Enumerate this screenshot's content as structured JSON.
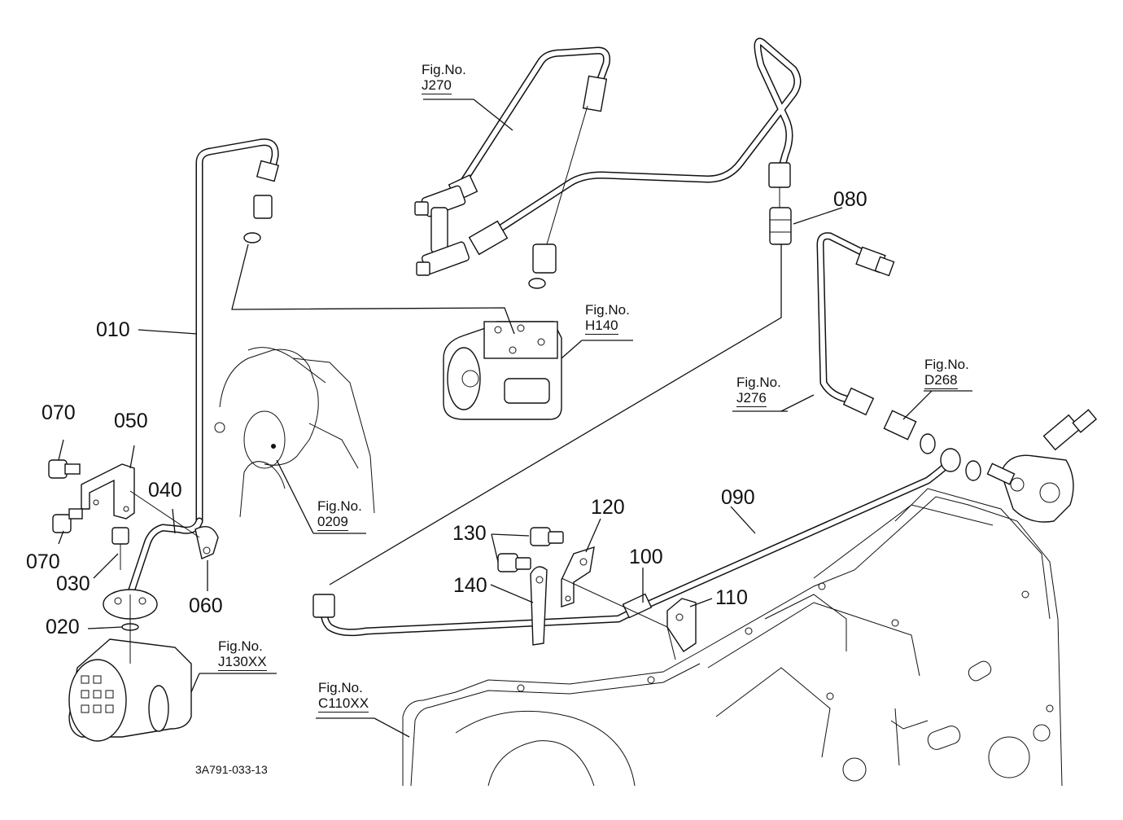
{
  "diagram": {
    "code": "3A791-033-13",
    "parts": {
      "p010": "010",
      "p020": "020",
      "p030": "030",
      "p040": "040",
      "p050": "050",
      "p060": "060",
      "p070a": "070",
      "p070b": "070",
      "p080": "080",
      "p090": "090",
      "p100": "100",
      "p110": "110",
      "p120": "120",
      "p130": "130",
      "p140": "140"
    },
    "refs": {
      "j270": {
        "prefix": "Fig.No.",
        "number": "J270"
      },
      "h140": {
        "prefix": "Fig.No.",
        "number": "H140"
      },
      "j276": {
        "prefix": "Fig.No.",
        "number": "J276"
      },
      "d268": {
        "prefix": "Fig.No.",
        "number": "D268"
      },
      "f0209": {
        "prefix": "Fig.No.",
        "number": "0209"
      },
      "j130": {
        "prefix": "Fig.No.",
        "number": "J130XX"
      },
      "c110": {
        "prefix": "Fig.No.",
        "number": "C110XX"
      }
    }
  }
}
